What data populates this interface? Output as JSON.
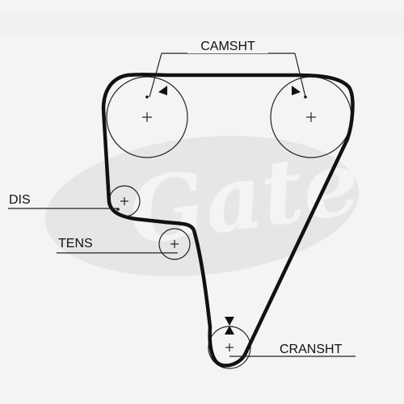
{
  "labels": {
    "camshaft": "CAMSHT",
    "distributor": "DIS",
    "tensioner": "TENS",
    "crankshaft": "CRANSHT"
  },
  "colors": {
    "background": "#f4f4f4",
    "belt": "#111111",
    "watermark": "#dcdcdc",
    "line": "#222222"
  },
  "watermark": {
    "name": "gates-logo-watermark"
  }
}
